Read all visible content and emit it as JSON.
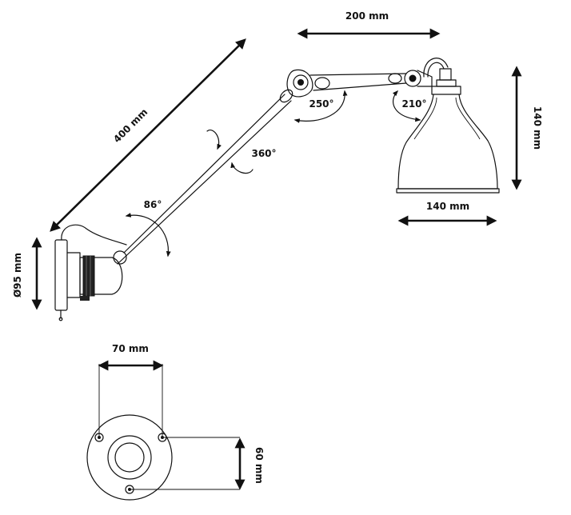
{
  "dimensions": {
    "arm_length": "400 mm",
    "upper_arm_length": "200 mm",
    "shade_height": "140 mm",
    "shade_diameter": "140 mm",
    "base_diameter": "Ø95 mm",
    "plate_width": "70 mm",
    "plate_height": "60 mm"
  },
  "angles": {
    "shade_joint": "210°",
    "elbow_joint": "250°",
    "arm_rotation": "360°",
    "base_joint": "86°"
  },
  "colors": {
    "ink": "#111111",
    "background": "#ffffff"
  }
}
